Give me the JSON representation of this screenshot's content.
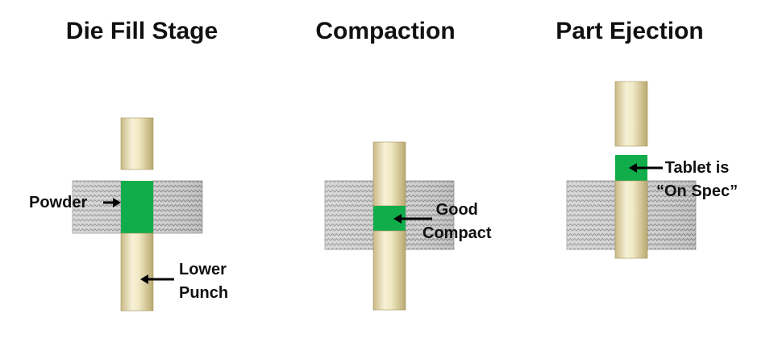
{
  "stages": [
    {
      "title": "Die Fill Stage",
      "labels": {
        "powder": "Powder",
        "lower_punch_line1": "Lower",
        "lower_punch_line2": "Punch"
      }
    },
    {
      "title": "Compaction",
      "labels": {
        "good_compact_line1": "Good",
        "good_compact_line2": "Compact"
      }
    },
    {
      "title": "Part Ejection",
      "labels": {
        "tablet_line1": "Tablet is",
        "tablet_line2": "“On Spec”"
      }
    }
  ],
  "colors": {
    "punch_light": "#f5efcf",
    "punch_dark": "#bfae78",
    "powder_green": "#12ad4b",
    "die_gray": "#c8c8c8",
    "arrow": "#000000"
  }
}
